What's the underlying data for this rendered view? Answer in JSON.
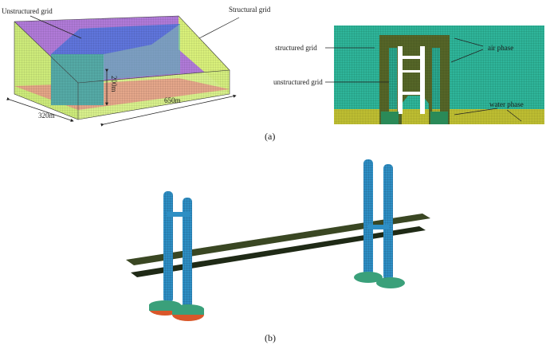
{
  "panel_a": {
    "caption": "(a)",
    "domain_view": {
      "unstructured_label": "Unstructured grid",
      "structural_label": "Structural grid",
      "dim_height": "200m",
      "dim_length": "650m",
      "dim_width": "320m"
    },
    "section_view": {
      "structured_label": "structured grid",
      "unstructured_label": "unstructured grid",
      "air_label": "air phase",
      "water_label": "water phase"
    }
  },
  "panel_b": {
    "caption": "(b)"
  },
  "colors": {
    "top_face": "#b07ad8",
    "structured_side": "#d9f07a",
    "unstructured_block": "#5ab4b0",
    "inner_blue": "#5a6ee0",
    "water_layer": "#e79a8a",
    "section_air": "#2fb59a",
    "section_water": "#c9c934",
    "section_core": "#5a6b2a",
    "tower_blue": "#2e8fc4",
    "foot_green": "#3aa07a",
    "foot_orange": "#d9572a",
    "deck": "#1f2a16"
  }
}
